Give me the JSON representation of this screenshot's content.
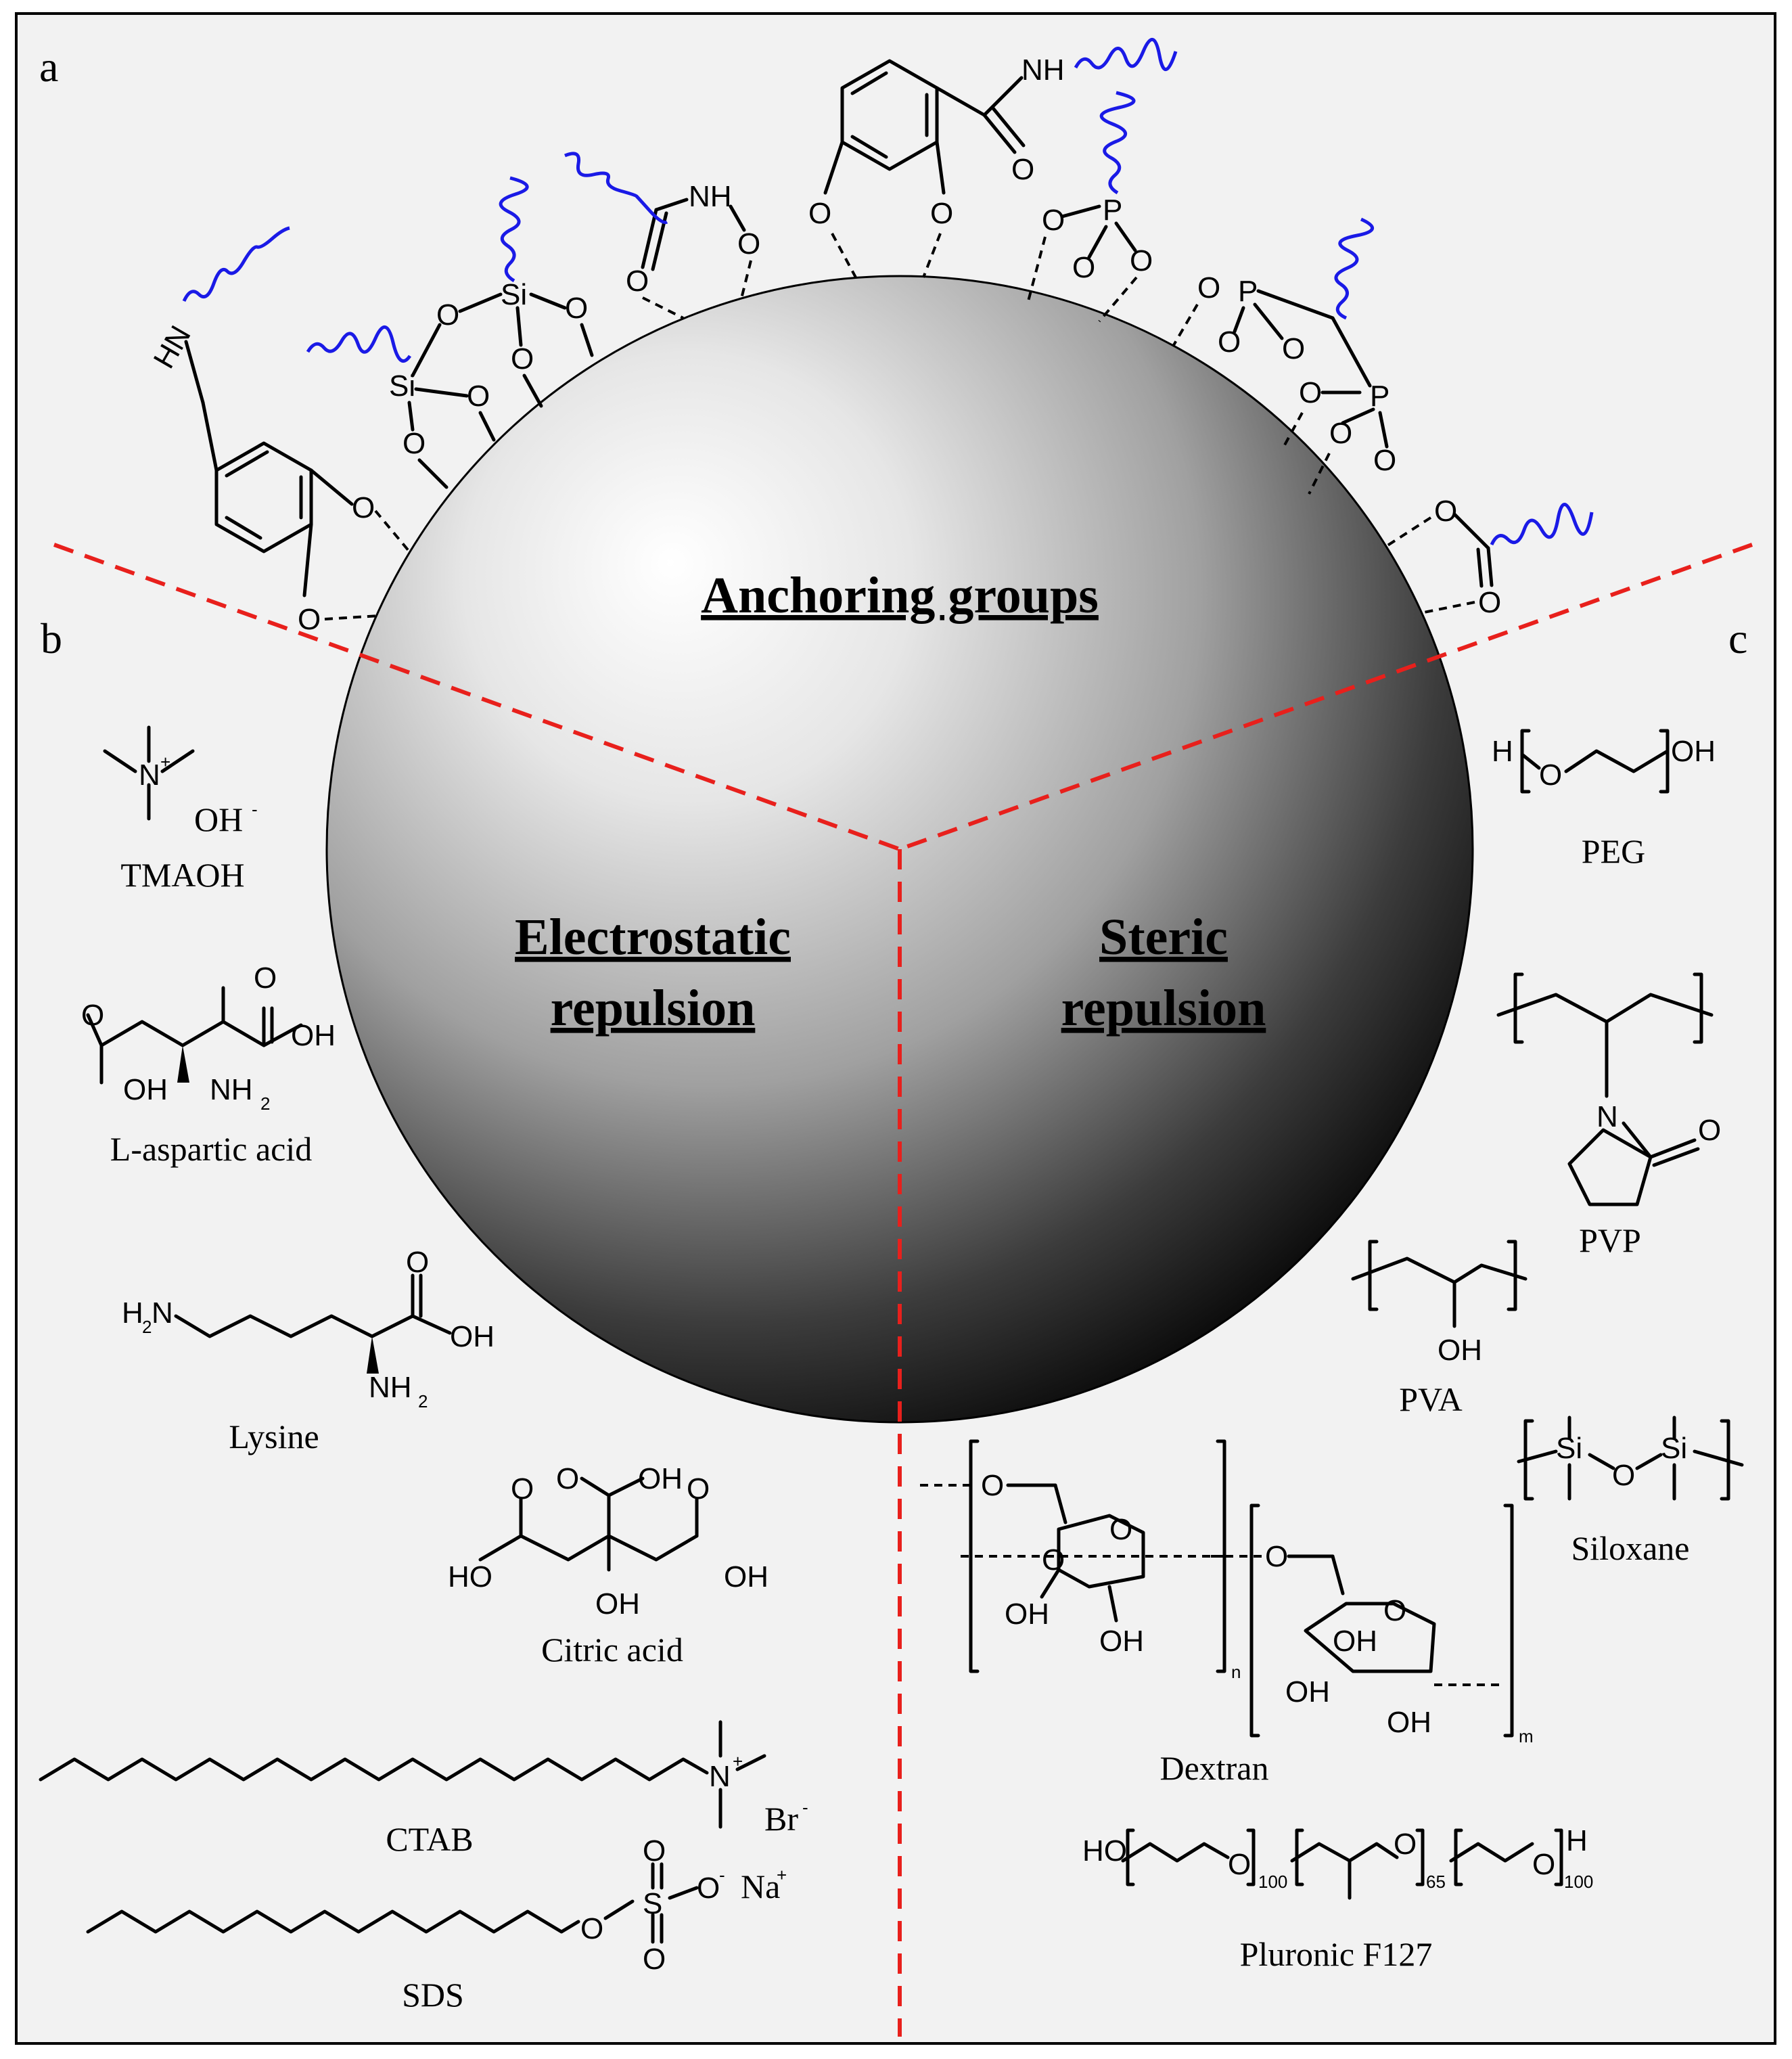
{
  "panels": {
    "a": "a",
    "b": "b",
    "c": "c"
  },
  "regions": {
    "anchoring": "Anchoring groups",
    "electrostatic_1": "Electrostatic",
    "electrostatic_2": "repulsion",
    "steric_1": "Steric",
    "steric_2": "repulsion"
  },
  "electrostatic_agents": [
    {
      "key": "tmaoh",
      "name": "TMAOH",
      "counterion": "OH",
      "charge": "-"
    },
    {
      "key": "aspartic",
      "name": "L-aspartic acid"
    },
    {
      "key": "lysine",
      "name": "Lysine"
    },
    {
      "key": "citric",
      "name": "Citric acid"
    },
    {
      "key": "ctab",
      "name": "CTAB",
      "counterion": "Br",
      "charge": "-"
    },
    {
      "key": "sds",
      "name": "SDS",
      "counterion": "Na",
      "charge": "+"
    }
  ],
  "steric_agents": [
    {
      "key": "peg",
      "name": "PEG"
    },
    {
      "key": "pvp",
      "name": "PVP"
    },
    {
      "key": "pva",
      "name": "PVA"
    },
    {
      "key": "siloxane",
      "name": "Siloxane"
    },
    {
      "key": "dextran",
      "name": "Dextran",
      "repeat_1": "n",
      "repeat_2": "m"
    },
    {
      "key": "pluronic",
      "name": "Pluronic F127",
      "block_1": "100",
      "block_2": "65",
      "block_3": "100"
    }
  ],
  "atoms": {
    "O": "O",
    "OH": "OH",
    "HO": "HO",
    "H": "H",
    "N": "N",
    "NH": "NH",
    "HN": "HN",
    "NH2": "NH",
    "H2N": "H",
    "sub2": "2",
    "Si": "Si",
    "P": "P",
    "S": "S",
    "plus": "+"
  },
  "colors": {
    "guide_lines": "#e8201c",
    "polymer_chain": "#1a1ae6",
    "panel_background": "#f2f2f2",
    "sphere_highlight": "#ffffff",
    "sphere_shadow": "#000000"
  }
}
